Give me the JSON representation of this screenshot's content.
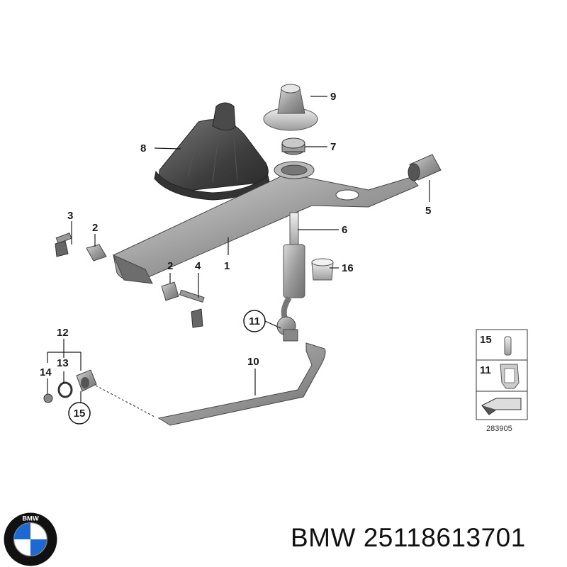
{
  "callouts": [
    {
      "id": "1",
      "text": "1"
    },
    {
      "id": "2a",
      "text": "2"
    },
    {
      "id": "2b",
      "text": "2"
    },
    {
      "id": "3",
      "text": "3"
    },
    {
      "id": "4",
      "text": "4"
    },
    {
      "id": "5",
      "text": "5"
    },
    {
      "id": "6",
      "text": "6"
    },
    {
      "id": "7",
      "text": "7"
    },
    {
      "id": "8",
      "text": "8"
    },
    {
      "id": "9",
      "text": "9"
    },
    {
      "id": "10",
      "text": "10"
    },
    {
      "id": "11",
      "text": "11"
    },
    {
      "id": "12",
      "text": "12"
    },
    {
      "id": "13",
      "text": "13"
    },
    {
      "id": "14",
      "text": "14"
    },
    {
      "id": "15",
      "text": "15"
    },
    {
      "id": "16",
      "text": "16"
    }
  ],
  "legend": {
    "row1_label": "15",
    "row2_label": "11",
    "diagram_number": "283905"
  },
  "footer": {
    "part_label": "BMW 25118613701"
  },
  "logo": {
    "text": "BMW",
    "colors": {
      "blue": "#1c69d4",
      "white": "#ffffff",
      "ring": "#111111"
    }
  }
}
